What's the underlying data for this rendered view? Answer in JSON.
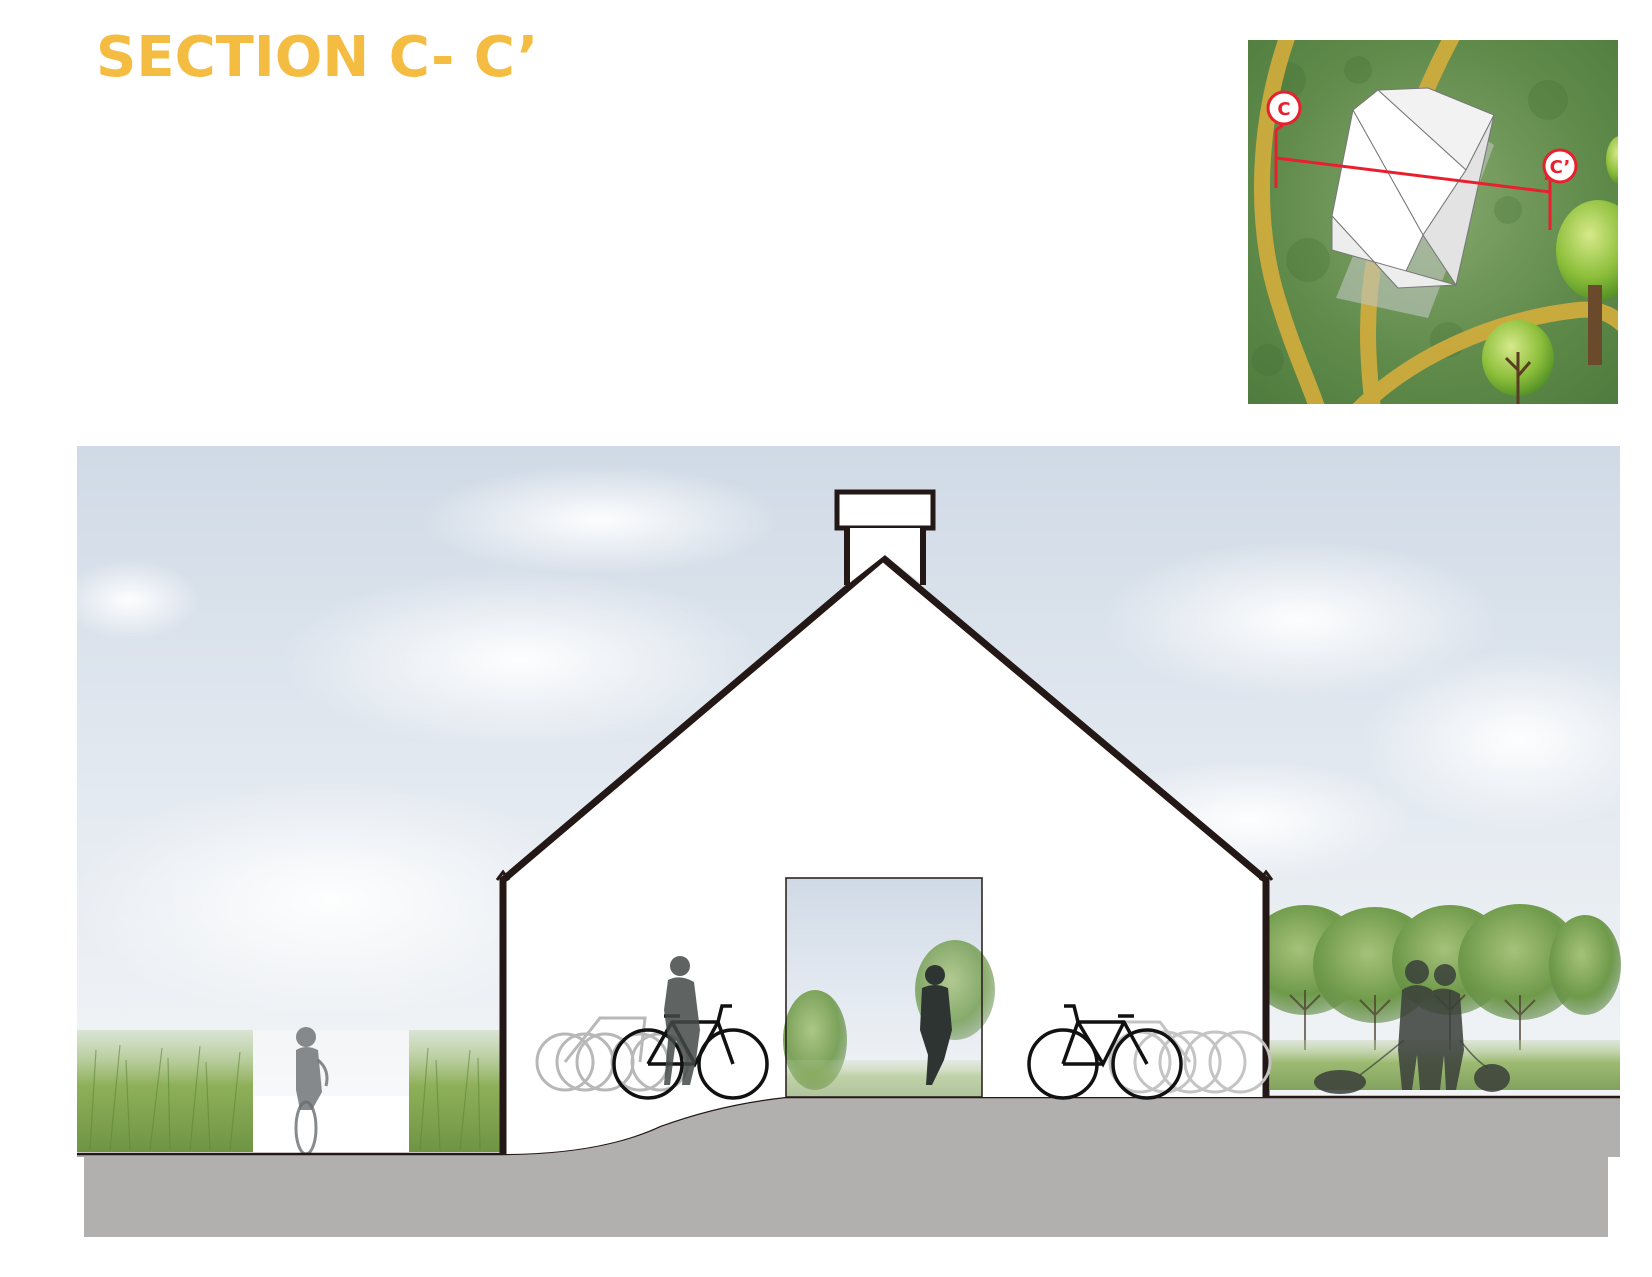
{
  "title": "SECTION C- C’",
  "key_plan": {
    "marker_start": "C",
    "marker_end": "C’"
  },
  "colors": {
    "title": "#F5BC42",
    "section_line": "#E8202E",
    "outline": "#231815",
    "ground": "#B2AFAF",
    "map_green": "#5E8A45",
    "map_path": "#D6AE3E",
    "sky_top": "#D2DCE8",
    "grass": "#7DA24E"
  }
}
